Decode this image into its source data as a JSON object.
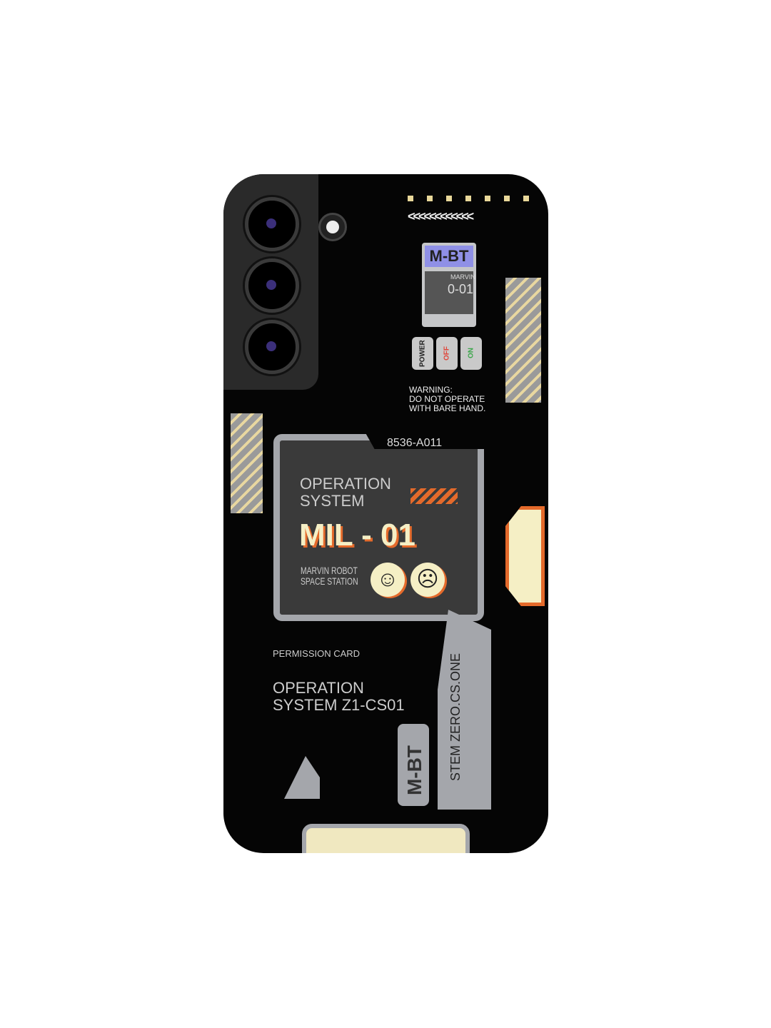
{
  "case": {
    "mbt_label": "M-BT",
    "marvin_label": "MARVIN",
    "marvin_id": "0-01",
    "buttons": [
      "POWER",
      "OFF",
      "ON"
    ],
    "warning": [
      "WARNING:",
      "DO NOT OPERATE",
      "WITH BARE HAND."
    ],
    "code": "8536-A011",
    "panel_title": [
      "OPERATION",
      "SYSTEM"
    ],
    "model": "MIL - 01",
    "station": [
      "MARVIN ROBOT",
      "SPACE STATION"
    ],
    "smiley_happy": "☺",
    "smiley_sad": "☹",
    "permission": "PERMISSION CARD",
    "operation": [
      "OPERATION",
      "SYSTEM Z1-CS01"
    ],
    "vertical_text": "STEM ZERO.CS.ONE",
    "mbt_bottom": "M-BT",
    "chevrons": "<<<<<<<<<<<<",
    "colors": {
      "case": "#050505",
      "accent_orange": "#e46a2b",
      "cream": "#f5efc5",
      "grey": "#a4a6ab",
      "blue_label": "#8f90e6"
    }
  }
}
